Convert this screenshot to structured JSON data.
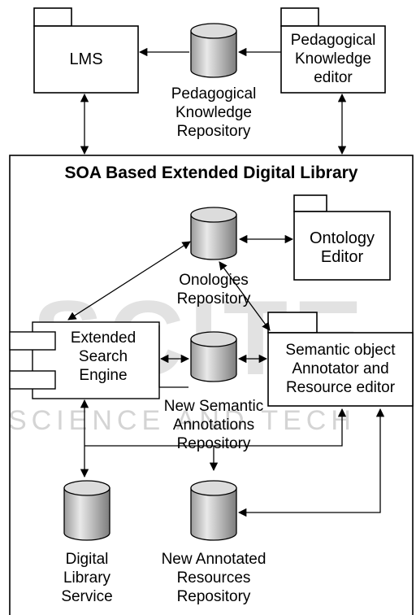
{
  "container_title": "SOA Based Extended Digital Library",
  "nodes": {
    "lms": "LMS",
    "pedagogical_editor": "Pedagogical\nKnowledge\neditor",
    "pedagogical_repository": "Pedagogical\nKnowledge\nRepository",
    "ontology_editor": "Ontology\nEditor",
    "ontologies_repository": "Onologies\nRepository",
    "search_engine": "Extended\nSearch\nEngine",
    "semantic_annotator": "Semantic object\nAnnotator and\nResource editor",
    "semantic_annotations_repository": "New Semantic\nAnnotations\nRepository",
    "digital_library_service": "Digital\nLibrary\nService",
    "annotated_resources_repository": "New Annotated\nResources\nRepository"
  },
  "watermark": {
    "large": "SCITE",
    "small": "SCIENCE AND TECH"
  },
  "colors": {
    "line": "#000000",
    "cylinder_light": "#e6e6e6",
    "cylinder_dark": "#8c8c8c",
    "watermark": "#d4d4d4"
  }
}
